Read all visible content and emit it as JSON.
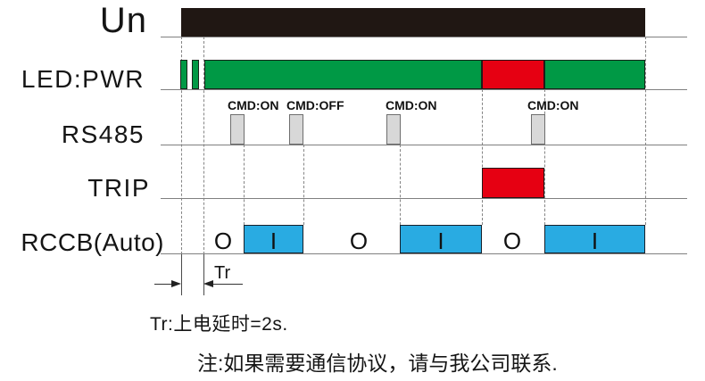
{
  "rows": {
    "un": "Un",
    "led_pwr": "LED:PWR",
    "rs485": "RS485",
    "trip": "TRIP",
    "rccb": "RCCB(Auto)"
  },
  "cmd_labels": [
    "CMD:ON",
    "CMD:OFF",
    "CMD:ON",
    "CMD:ON"
  ],
  "rccb_states": [
    "O",
    "I",
    "O",
    "I",
    "O",
    "I"
  ],
  "tr": {
    "label": "Tr",
    "note": "Tr:上电延时=2s."
  },
  "footnote": "注:如果需要通信协议，请与我公司联系.",
  "timeline": {
    "un": [
      {
        "state": "on",
        "detail": "supply high for whole diagram"
      }
    ],
    "led_pwr": [
      {
        "state": "green-blink",
        "detail": "two short flashes during Tr delay"
      },
      {
        "state": "green",
        "detail": "steady on"
      },
      {
        "state": "red",
        "detail": "on while tripped"
      },
      {
        "state": "green",
        "detail": "steady on after CMD:ON"
      }
    ],
    "rs485_pulses": [
      "CMD:ON",
      "CMD:OFF",
      "CMD:ON",
      "CMD:ON"
    ],
    "trip": [
      {
        "state": "active",
        "detail": "single red pulse aligned with LED red"
      }
    ],
    "rccb_sequence": [
      "O",
      "I",
      "O",
      "I",
      "O",
      "I"
    ],
    "tr_delay": "2s"
  },
  "colors": {
    "un_bar": "#201713",
    "green": "#009945",
    "red": "#e60012",
    "blue": "#29abe2",
    "pulse_fill": "#d8d8d8",
    "pulse_border": "#6e6e6e",
    "line_gray": "#808080",
    "text": "#1a1a1a"
  }
}
